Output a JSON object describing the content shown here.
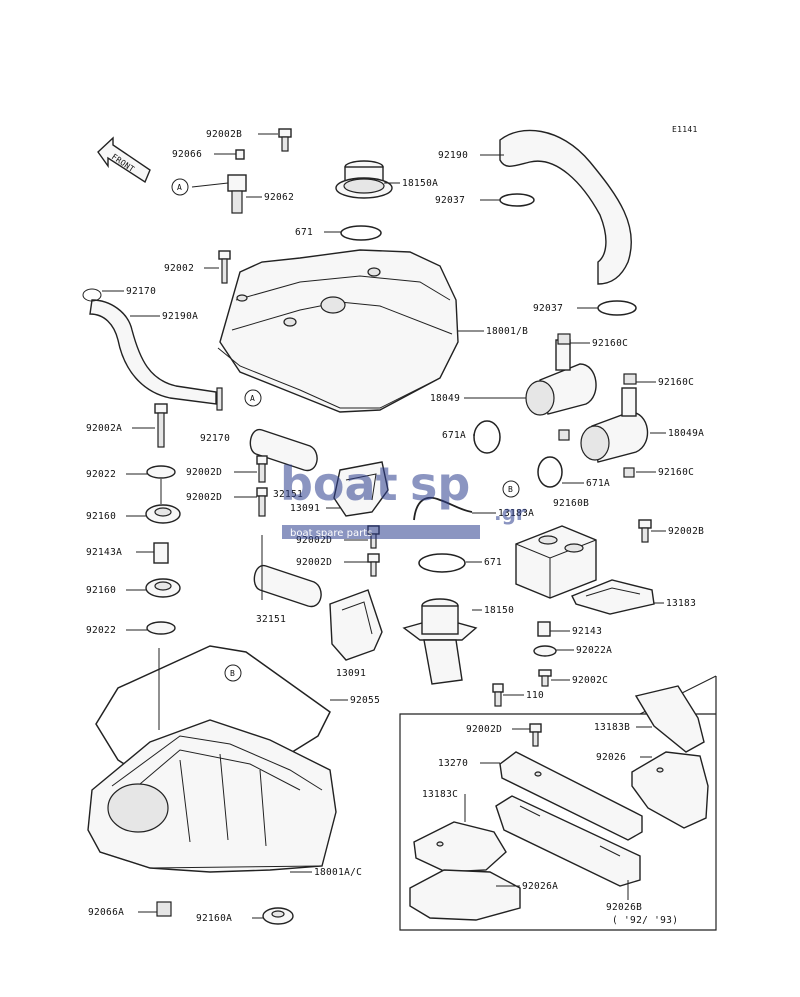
{
  "diagram": {
    "code": "E1141",
    "front_label": "FRONT",
    "period_note": "( '92/ '93)",
    "ref_markers": {
      "A": "A",
      "B": "B"
    },
    "watermark": {
      "brand_left": "boat",
      "brand_right": "sp",
      "suffix": ".gr",
      "tagline": "boat spare parts"
    },
    "callouts": [
      {
        "id": "c0",
        "text": "92002B"
      },
      {
        "id": "c1",
        "text": "92066"
      },
      {
        "id": "c2",
        "text": "92062"
      },
      {
        "id": "c3",
        "text": "18150A"
      },
      {
        "id": "c4",
        "text": "671"
      },
      {
        "id": "c5",
        "text": "92190"
      },
      {
        "id": "c6",
        "text": "92037"
      },
      {
        "id": "c7",
        "text": "92002"
      },
      {
        "id": "c8",
        "text": "92170"
      },
      {
        "id": "c9",
        "text": "92190A"
      },
      {
        "id": "c10",
        "text": "18001/B"
      },
      {
        "id": "c11",
        "text": "92037"
      },
      {
        "id": "c12",
        "text": "92160C"
      },
      {
        "id": "c13",
        "text": "92160C"
      },
      {
        "id": "c14",
        "text": "18049"
      },
      {
        "id": "c15",
        "text": "18049A"
      },
      {
        "id": "c16",
        "text": "92002A"
      },
      {
        "id": "c17",
        "text": "92170"
      },
      {
        "id": "c18",
        "text": "671A"
      },
      {
        "id": "c19",
        "text": "92022"
      },
      {
        "id": "c20",
        "text": "92002D"
      },
      {
        "id": "c21",
        "text": "92002D"
      },
      {
        "id": "c22",
        "text": "32151"
      },
      {
        "id": "c23",
        "text": "13091"
      },
      {
        "id": "c24",
        "text": "671A"
      },
      {
        "id": "c25",
        "text": "92160C"
      },
      {
        "id": "c26",
        "text": "92160"
      },
      {
        "id": "c27",
        "text": "92002D"
      },
      {
        "id": "c28",
        "text": "13183A"
      },
      {
        "id": "c29",
        "text": "92160B"
      },
      {
        "id": "c30",
        "text": "92002B"
      },
      {
        "id": "c31",
        "text": "92143A"
      },
      {
        "id": "c32",
        "text": "92002D"
      },
      {
        "id": "c33",
        "text": "671"
      },
      {
        "id": "c34",
        "text": "92160"
      },
      {
        "id": "c35",
        "text": "32151"
      },
      {
        "id": "c36",
        "text": "18150"
      },
      {
        "id": "c37",
        "text": "13183"
      },
      {
        "id": "c38",
        "text": "92022"
      },
      {
        "id": "c39",
        "text": "92143"
      },
      {
        "id": "c40",
        "text": "92022A"
      },
      {
        "id": "c41",
        "text": "13091"
      },
      {
        "id": "c42",
        "text": "92002C"
      },
      {
        "id": "c43",
        "text": "110"
      },
      {
        "id": "c44",
        "text": "92055"
      },
      {
        "id": "c45",
        "text": "92002D"
      },
      {
        "id": "c46",
        "text": "13183B"
      },
      {
        "id": "c47",
        "text": "13270"
      },
      {
        "id": "c48",
        "text": "92026"
      },
      {
        "id": "c49",
        "text": "13183C"
      },
      {
        "id": "c50",
        "text": "92026A"
      },
      {
        "id": "c51",
        "text": "18001A/C"
      },
      {
        "id": "c52",
        "text": "92026B"
      },
      {
        "id": "c53",
        "text": "92066A"
      },
      {
        "id": "c54",
        "text": "92160A"
      }
    ]
  }
}
